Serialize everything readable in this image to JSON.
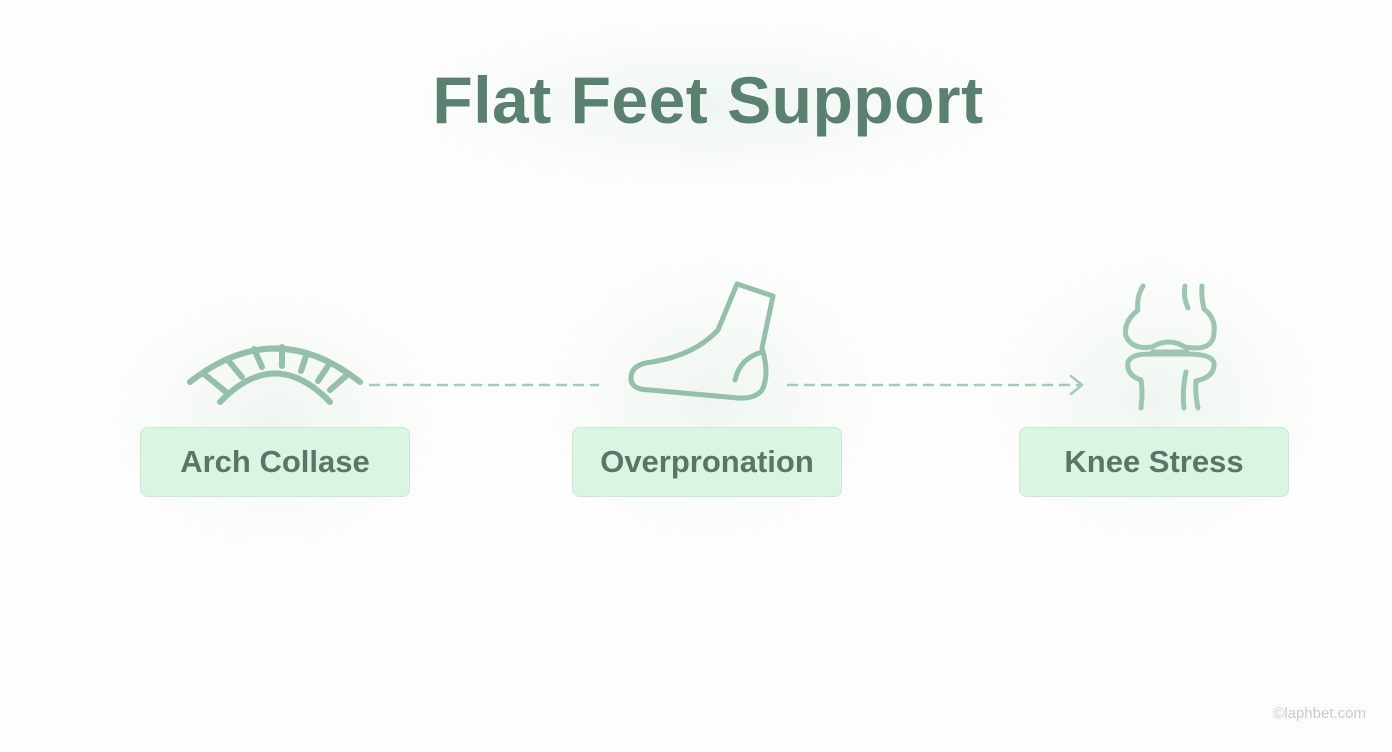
{
  "title": "Flat Feet Support",
  "nodes": [
    {
      "label": "Arch Collase",
      "icon": "arch-icon"
    },
    {
      "label": "Overpronation",
      "icon": "foot-icon"
    },
    {
      "label": "Knee Stress",
      "icon": "knee-joint-icon"
    }
  ],
  "connectors": [
    {
      "from": "Arch Collase",
      "to": "Overpronation",
      "style": "dashed",
      "arrowhead": false
    },
    {
      "from": "Overpronation",
      "to": "Knee Stress",
      "style": "dashed",
      "arrowhead": true
    }
  ],
  "watermark": "©laphbet.com",
  "colors": {
    "background": "#fcfdfc",
    "title": "#5a8070",
    "label_text": "#587768",
    "label_fill": "#dcf4e4",
    "label_border": "#c6ead2",
    "icon_stroke": "#93c0a8",
    "connector": "#a6cbb8"
  }
}
